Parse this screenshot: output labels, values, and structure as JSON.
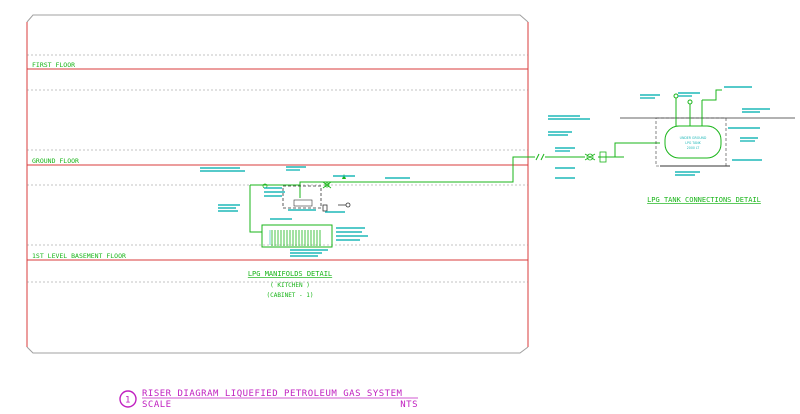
{
  "floors": {
    "first": "FIRST FLOOR",
    "ground": "GROUND FLOOR",
    "basement": "1ST LEVEL BASEMENT FLOOR"
  },
  "manifold_detail": {
    "title": "LPG MANIFOLDS DETAIL",
    "sub1": "( KITCHEN )",
    "sub2": "(CABINET - 1)"
  },
  "tank_detail": {
    "title": "LPG TANK CONNECTIONS DETAIL",
    "tank_label_1": "UNDER GROUND",
    "tank_label_2": "LPG TANK",
    "tank_label_3": "2000 LT"
  },
  "title_block": {
    "number": "1",
    "title": "RISER DIAGRAM LIQUEFIED PETROLEUM GAS SYSTEM",
    "scale_label": "SCALE",
    "scale_value": "NTS"
  },
  "colors": {
    "floor_line": "#d93b3b",
    "pipe": "#19b519",
    "annotation": "#1fb8b8",
    "title": "#c020c0",
    "frame": "#a0a0a0"
  }
}
